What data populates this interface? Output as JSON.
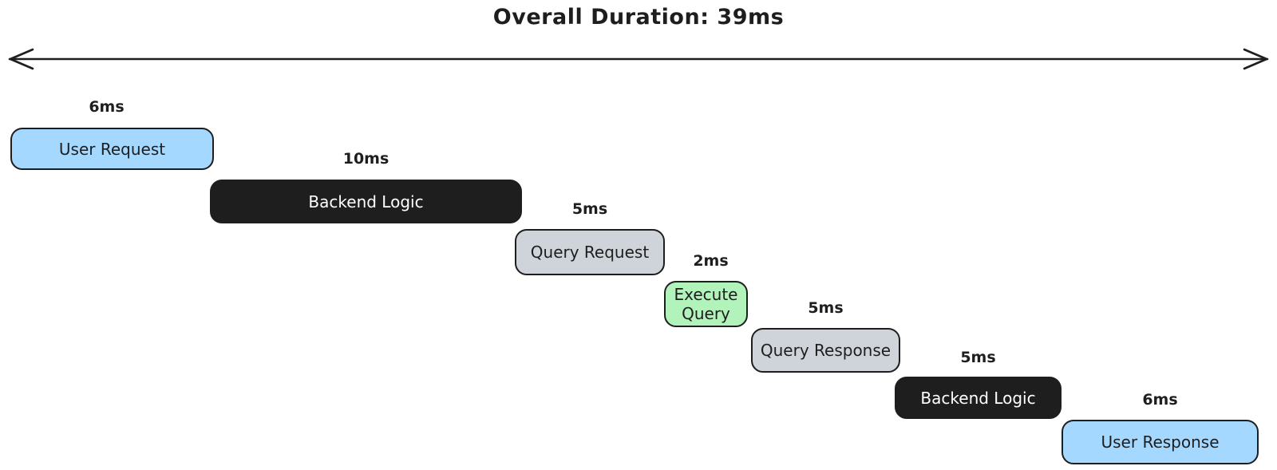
{
  "title": "Overall Duration: 39ms",
  "arrow": {
    "description": "double-headed horizontal arrow spanning the full overall duration",
    "color": "#1e1e1e"
  },
  "colors": {
    "background": "#ffffff",
    "border": "#1e1e1e",
    "blue": "#a5d8ff",
    "black": "#1e1e1e",
    "gray": "#ced4da",
    "green": "#b2f2bb",
    "text_dark": "#1e1e1e",
    "text_light": "#ffffff"
  },
  "tasks": [
    {
      "label": "User Request",
      "duration": "6ms",
      "duration_ms": 6,
      "fill": "#a5d8ff",
      "text_color": "#1e1e1e"
    },
    {
      "label": "Backend Logic",
      "duration": "10ms",
      "duration_ms": 10,
      "fill": "#1e1e1e",
      "text_color": "#ffffff"
    },
    {
      "label": "Query Request",
      "duration": "5ms",
      "duration_ms": 5,
      "fill": "#ced4da",
      "text_color": "#1e1e1e"
    },
    {
      "label": "Execute Query",
      "duration": "2ms",
      "duration_ms": 2,
      "fill": "#b2f2bb",
      "text_color": "#1e1e1e"
    },
    {
      "label": "Query Response",
      "duration": "5ms",
      "duration_ms": 5,
      "fill": "#ced4da",
      "text_color": "#1e1e1e"
    },
    {
      "label": "Backend Logic",
      "duration": "5ms",
      "duration_ms": 5,
      "fill": "#1e1e1e",
      "text_color": "#ffffff"
    },
    {
      "label": "User Response",
      "duration": "6ms",
      "duration_ms": 6,
      "fill": "#a5d8ff",
      "text_color": "#1e1e1e"
    }
  ],
  "total_duration_ms": 39
}
